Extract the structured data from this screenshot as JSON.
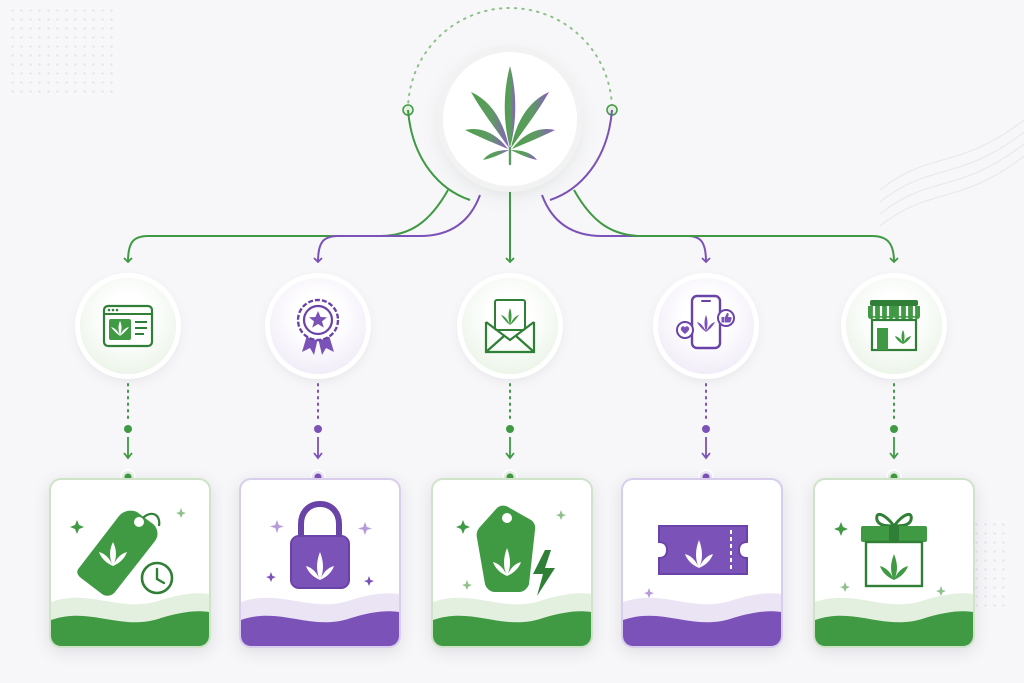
{
  "colors": {
    "green": "#3f9a43",
    "green_dark": "#2f7f36",
    "green_light": "#e3f0df",
    "purple": "#7b52b8",
    "purple_dark": "#6a43a8",
    "purple_light": "#ebe4f5"
  },
  "diagram": {
    "hub": {
      "icon": "cannabis-leaf-icon"
    },
    "channels": [
      {
        "icon": "web-browser-icon",
        "color": "green"
      },
      {
        "icon": "award-badge-icon",
        "color": "purple"
      },
      {
        "icon": "email-envelope-icon",
        "color": "green"
      },
      {
        "icon": "smartphone-social-icon",
        "color": "purple"
      },
      {
        "icon": "dispensary-storefront-icon",
        "color": "green"
      }
    ],
    "offers": [
      {
        "icon": "limited-time-tag-icon",
        "color": "green"
      },
      {
        "icon": "padlock-icon",
        "color": "purple"
      },
      {
        "icon": "flash-sale-tag-icon",
        "color": "green"
      },
      {
        "icon": "ticket-icon",
        "color": "purple"
      },
      {
        "icon": "gift-box-icon",
        "color": "green"
      }
    ]
  }
}
